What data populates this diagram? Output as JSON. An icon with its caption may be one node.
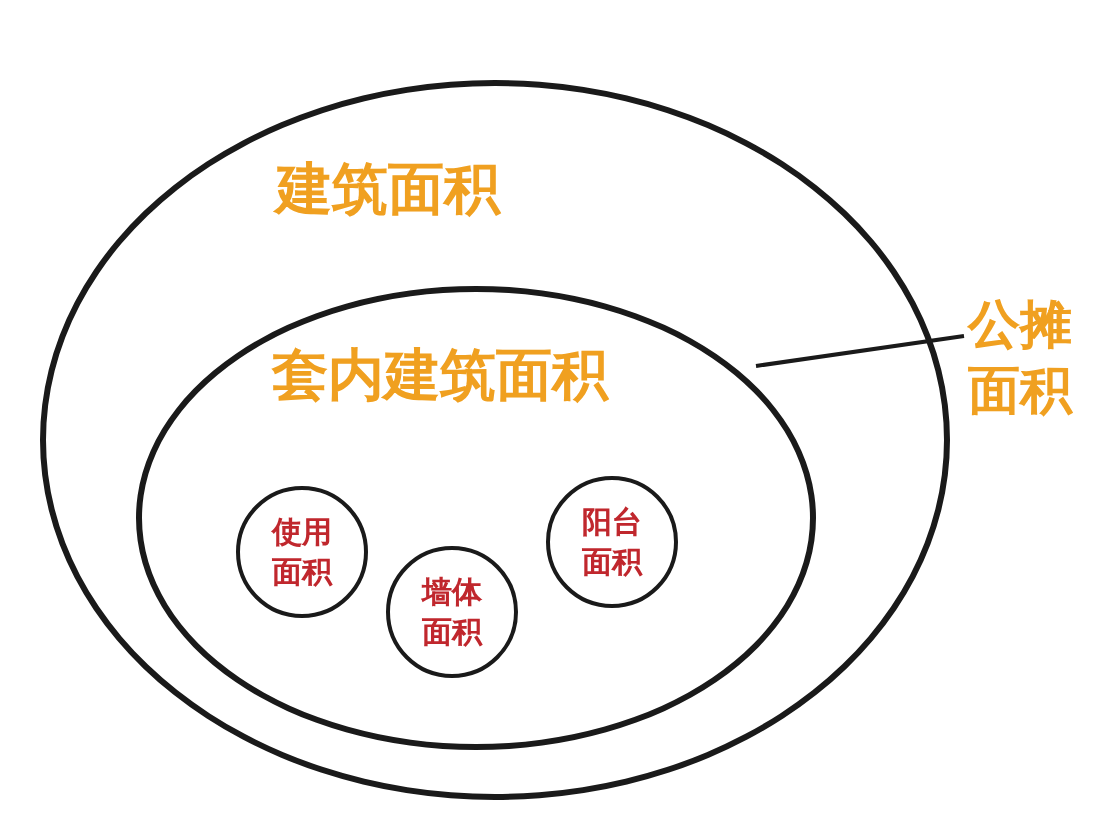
{
  "diagram": {
    "nodes": [
      {
        "text": [
          "建筑面积"
        ]
      },
      {
        "text": [
          "套内建筑面积"
        ],
        "in": 0
      },
      {
        "text": [
          "使用面积"
        ],
        "in": 1
      },
      {
        "text": [
          "墙体面积"
        ],
        "in": 1
      },
      {
        "text": [
          "阳台面积"
        ],
        "in": 1
      },
      {
        "text": [
          "公摊面积"
        ]
      }
    ],
    "edges": [
      {
        "from": 5,
        "to": 0,
        "arrow": "none"
      }
    ]
  }
}
